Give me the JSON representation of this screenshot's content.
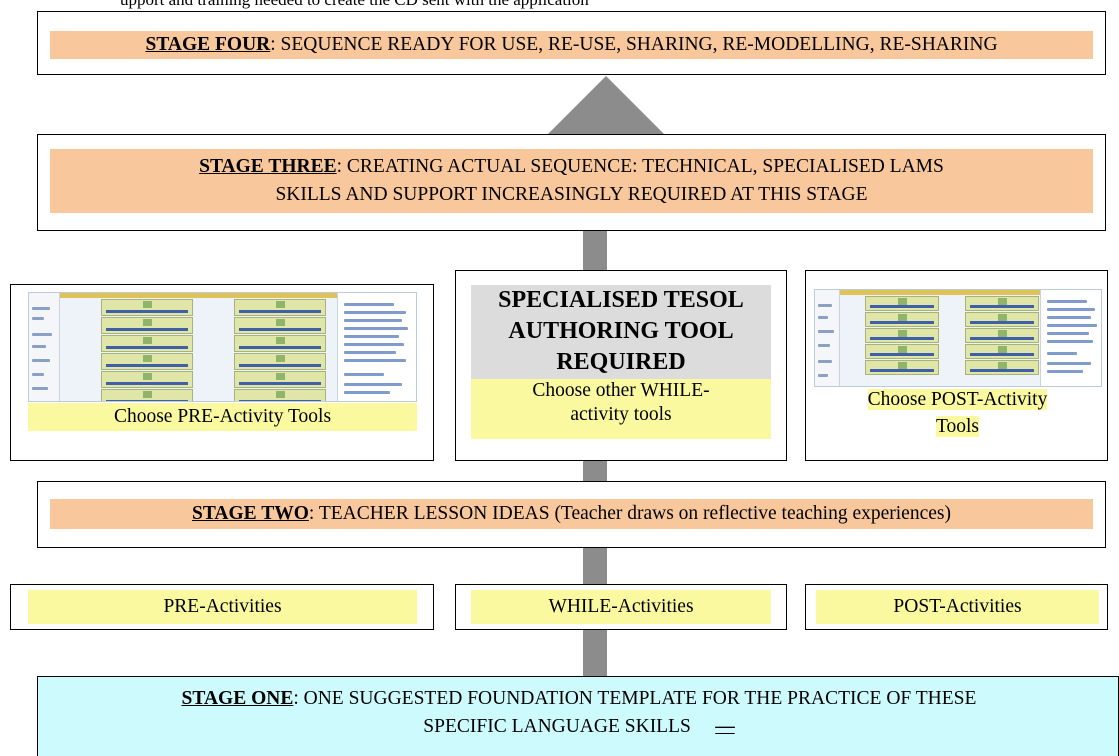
{
  "top_note": "upport and training needed to create the CD sent with the application",
  "stage_four": {
    "label": "STAGE FOUR",
    "text": ": SEQUENCE READY FOR USE, RE-USE, SHARING, RE-MODELLING, RE-SHARING"
  },
  "stage_three": {
    "label": "STAGE THREE",
    "line1_text": ": CREATING ACTUAL SEQUENCE: TECHNICAL, SPECIALISED LAMS",
    "line2": "SKILLS AND SUPPORT INCREASINGLY REQUIRED AT THIS STAGE"
  },
  "tools": {
    "pre_caption": "Choose PRE-Activity Tools",
    "center_title": "SPECIALISED TESOL AUTHORING TOOL REQUIRED",
    "center_caption": "Choose other WHILE-activity tools",
    "post_caption_line1": "Choose POST-Activity",
    "post_caption_line2": "Tools"
  },
  "stage_two": {
    "label": "STAGE TWO",
    "text": ": TEACHER LESSON IDEAS (Teacher draws on reflective teaching experiences)"
  },
  "activities": {
    "pre": "PRE-Activities",
    "while": "WHILE-Activities",
    "post": "POST-Activities"
  },
  "stage_one": {
    "label": "STAGE ONE",
    "line1_text": ": ONE SUGGESTED FOUNDATION TEMPLATE FOR THE PRACTICE OF THESE",
    "line2": "SPECIFIC LANGUAGE SKILLS",
    "dash": "—"
  },
  "colors": {
    "stage_bar": "#f8c79c",
    "highlight_yellow": "#fbf9a0",
    "stage_one_bg": "#cdfbfd",
    "arrow": "#8c8c8c",
    "center_header_bg": "#dcdcdc"
  }
}
